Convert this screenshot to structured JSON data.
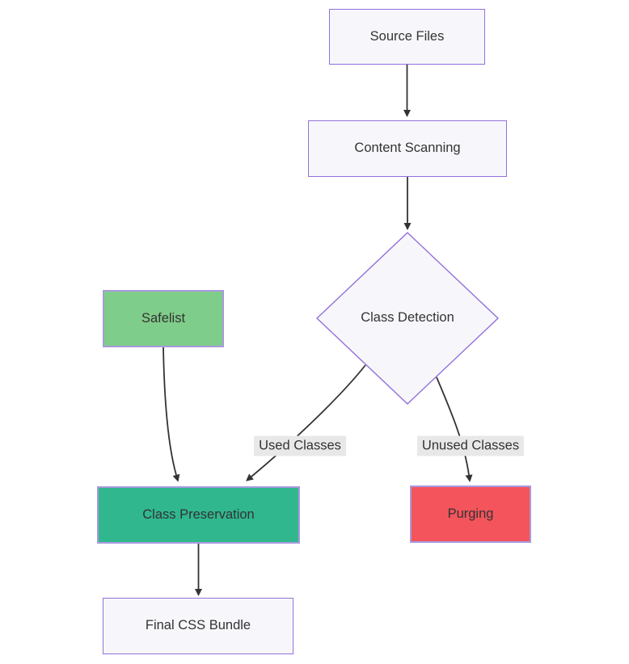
{
  "diagram": {
    "type": "flowchart",
    "direction": "top-down",
    "nodes": {
      "source_files": {
        "label": "Source Files",
        "shape": "rect",
        "fill": "#f7f7fb"
      },
      "content_scanning": {
        "label": "Content Scanning",
        "shape": "rect",
        "fill": "#f7f7fb"
      },
      "class_detection": {
        "label": "Class Detection",
        "shape": "diamond",
        "fill": "#f7f7fb"
      },
      "safelist": {
        "label": "Safelist",
        "shape": "rect",
        "fill": "#7fcd8a"
      },
      "class_preservation": {
        "label": "Class Preservation",
        "shape": "rect",
        "fill": "#30b78e"
      },
      "purging": {
        "label": "Purging",
        "shape": "rect",
        "fill": "#f4545c"
      },
      "final_css_bundle": {
        "label": "Final CSS Bundle",
        "shape": "rect",
        "fill": "#f7f7fb"
      }
    },
    "edges": [
      {
        "from": "source_files",
        "to": "content_scanning",
        "label": ""
      },
      {
        "from": "content_scanning",
        "to": "class_detection",
        "label": ""
      },
      {
        "from": "class_detection",
        "to": "class_preservation",
        "label": "Used Classes"
      },
      {
        "from": "class_detection",
        "to": "purging",
        "label": "Unused Classes"
      },
      {
        "from": "safelist",
        "to": "class_preservation",
        "label": ""
      },
      {
        "from": "class_preservation",
        "to": "final_css_bundle",
        "label": ""
      }
    ],
    "colors": {
      "background": "#ffffff",
      "node_fill": "#f7f7fb",
      "node_border": "#9370db",
      "safelist_fill": "#7fcd8a",
      "preservation_fill": "#30b78e",
      "purging_fill": "#f4545c",
      "edge_stroke": "#333333",
      "edge_label_bg": "#e8e8e8",
      "text": "#333333"
    }
  }
}
